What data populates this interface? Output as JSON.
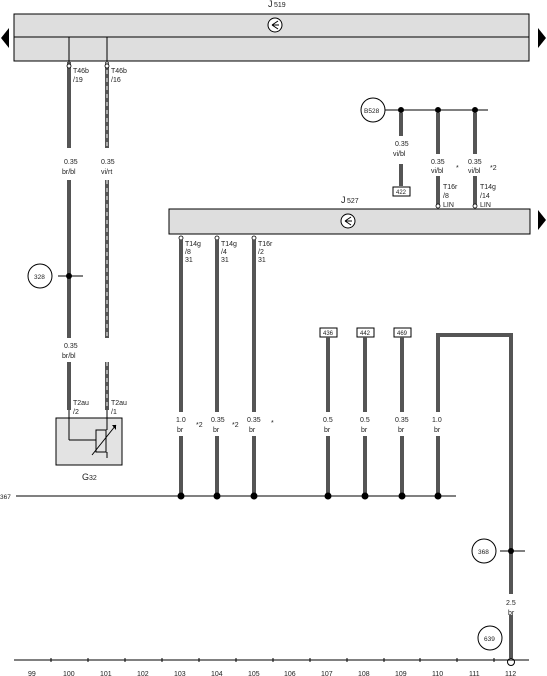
{
  "units": {
    "top": {
      "letter": "J",
      "sub": "519"
    },
    "mid": {
      "letter": "J",
      "sub": "527"
    }
  },
  "component": {
    "letter": "G",
    "sub": "32"
  },
  "ground_points": {
    "gp328": "328",
    "gp368": "368",
    "gpB528": "B528",
    "gp639": "639"
  },
  "ref_boxes": [
    "422",
    "436",
    "442",
    "469"
  ],
  "rail": {
    "label": "367"
  },
  "wires": [
    {
      "id": "w100a",
      "pin1": "T46b",
      "pin2": "/19",
      "size": "0.35",
      "color": "br/bl"
    },
    {
      "id": "w101a",
      "pin1": "T46b",
      "pin2": "/16",
      "size": "0.35",
      "color": "vi/rt"
    },
    {
      "id": "w100b",
      "size": "0.35",
      "color": "br/bl",
      "pin1": "T2au",
      "pin2": "/2"
    },
    {
      "id": "w101b",
      "pin1": "T2au",
      "pin2": "/1"
    },
    {
      "id": "w108t",
      "size": "0.35",
      "color": "vi/bl"
    },
    {
      "id": "w110t",
      "size": "0.35",
      "color": "vi/bl",
      "note": "*",
      "pin1": "T16r",
      "pin2": "/8",
      "pin3": "LIN"
    },
    {
      "id": "w111t",
      "size": "0.35",
      "color": "vi/bl",
      "note": "*2",
      "pin1": "T14g",
      "pin2": "/14",
      "pin3": "LIN"
    },
    {
      "id": "w103",
      "pin1": "T14g",
      "pin2": "/8",
      "pin3": "31",
      "size": "1.0",
      "color": "br",
      "note": "*2"
    },
    {
      "id": "w104",
      "pin1": "T14g",
      "pin2": "/4",
      "pin3": "31",
      "size": "0.35",
      "color": "br",
      "note": "*2"
    },
    {
      "id": "w105",
      "pin1": "T16r",
      "pin2": "/2",
      "pin3": "31",
      "size": "0.35",
      "color": "br",
      "note": "*"
    },
    {
      "id": "w107",
      "size": "0.5",
      "color": "br"
    },
    {
      "id": "w108",
      "size": "0.5",
      "color": "br"
    },
    {
      "id": "w109",
      "size": "0.35",
      "color": "br"
    },
    {
      "id": "w110",
      "size": "1.0",
      "color": "br"
    },
    {
      "id": "w112",
      "size": "2.5",
      "color": "br"
    }
  ],
  "grid_numbers": [
    "99",
    "100",
    "101",
    "102",
    "103",
    "104",
    "105",
    "106",
    "107",
    "108",
    "109",
    "110",
    "111",
    "112"
  ],
  "colors": {
    "wire": "#555555",
    "unit_fill": "#dedede",
    "component_fill": "#e3e3e3",
    "line": "#000000"
  }
}
